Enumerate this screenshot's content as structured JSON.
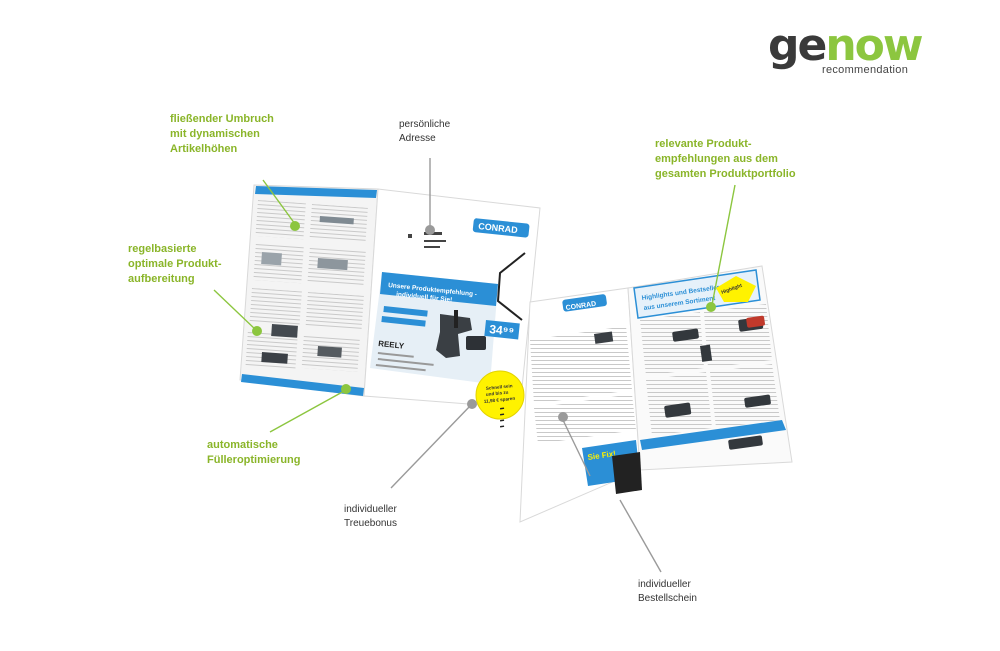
{
  "brand": {
    "logo_part1": "ge",
    "logo_part2": "now",
    "tagline": "recommendation",
    "accent_color": "#8cc63f",
    "dark_color": "#3a3a3a"
  },
  "callouts": {
    "fliess": [
      "fließender Umbruch",
      "mit dynamischen",
      "Artikelhöhen"
    ],
    "regel": [
      "regelbasierte",
      "optimale Produkt-",
      "aufbereitung"
    ],
    "fueller": [
      "automatische",
      "Fülleroptimierung"
    ],
    "relevant": [
      "relevante Produkt-",
      "empfehlungen aus dem",
      "gesamten Produktportfolio"
    ]
  },
  "notes": {
    "adresse": [
      "persönliche",
      "Adresse"
    ],
    "treue": [
      "individueller",
      "Treuebonus"
    ],
    "bestell": [
      "individueller",
      "Bestellschein"
    ]
  },
  "brochure": {
    "brand_mark": "CONRAD",
    "banner_text": [
      "Unsere Produktempfehlung -",
      "individuell für Sie!"
    ],
    "price": "34⁹⁹",
    "product_brand": "REELY",
    "badge_text": [
      "Schnell sein",
      "und bis zu",
      "11,98 € sparen"
    ],
    "highlight_title": [
      "Highlights und Bestseller",
      "aus unserem Sortiment"
    ],
    "highlight_stamp": "Highlight",
    "coupon_text": "Sie Fix!",
    "blue_color": "#2b8fd6",
    "yellow_color": "#fff200"
  }
}
